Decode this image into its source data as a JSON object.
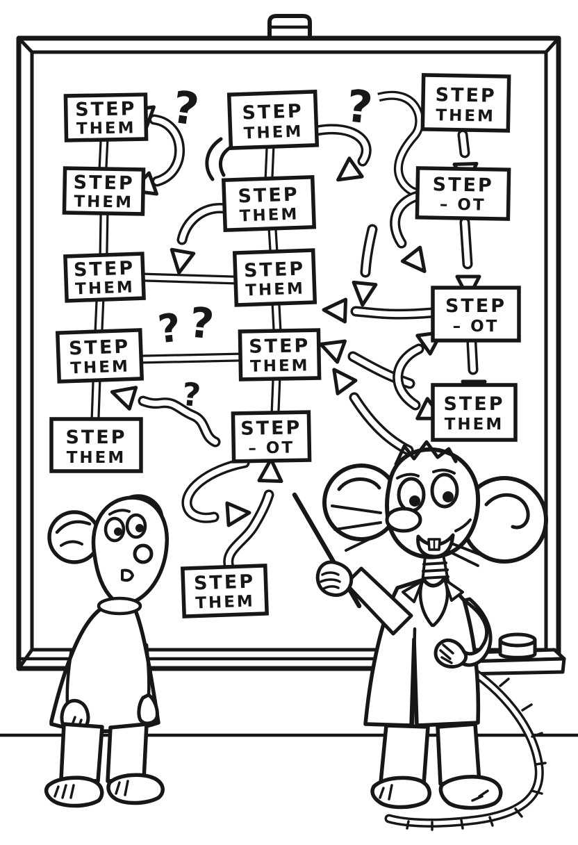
{
  "colors": {
    "ink": "#171717",
    "paper": "#ffffff"
  },
  "board": {
    "boxes": [
      {
        "id": "left-1",
        "line1": "STEP",
        "line2": "THEM"
      },
      {
        "id": "left-2",
        "line1": "STEP",
        "line2": "THEM"
      },
      {
        "id": "left-3",
        "line1": "STEP",
        "line2": "THEM"
      },
      {
        "id": "left-4",
        "line1": "STEP",
        "line2": "THEM"
      },
      {
        "id": "left-5",
        "line1": "STEP",
        "line2": "THEM"
      },
      {
        "id": "mid-1",
        "line1": "STEP",
        "line2": "THEM"
      },
      {
        "id": "mid-2",
        "line1": "STEP",
        "line2": "THEM"
      },
      {
        "id": "mid-3",
        "line1": "STEP",
        "line2": "THEM"
      },
      {
        "id": "mid-4",
        "line1": "STEP",
        "line2": "THEM"
      },
      {
        "id": "mid-5",
        "line1": "STEP",
        "line2": "– OT"
      },
      {
        "id": "mid-6",
        "line1": "STEP",
        "line2": "THEM"
      },
      {
        "id": "right-1",
        "line1": "STEP",
        "line2": "THEM"
      },
      {
        "id": "right-2",
        "line1": "STEP",
        "line2": "– OT"
      },
      {
        "id": "right-3",
        "line1": "STEP",
        "line2": "– OT"
      },
      {
        "id": "right-4",
        "line1": "STEP",
        "line2": "THEM"
      }
    ],
    "question_marks": [
      {
        "glyph": "?"
      },
      {
        "glyph": "?"
      },
      {
        "glyph": "?"
      },
      {
        "glyph": "?"
      },
      {
        "glyph": "?"
      }
    ]
  }
}
